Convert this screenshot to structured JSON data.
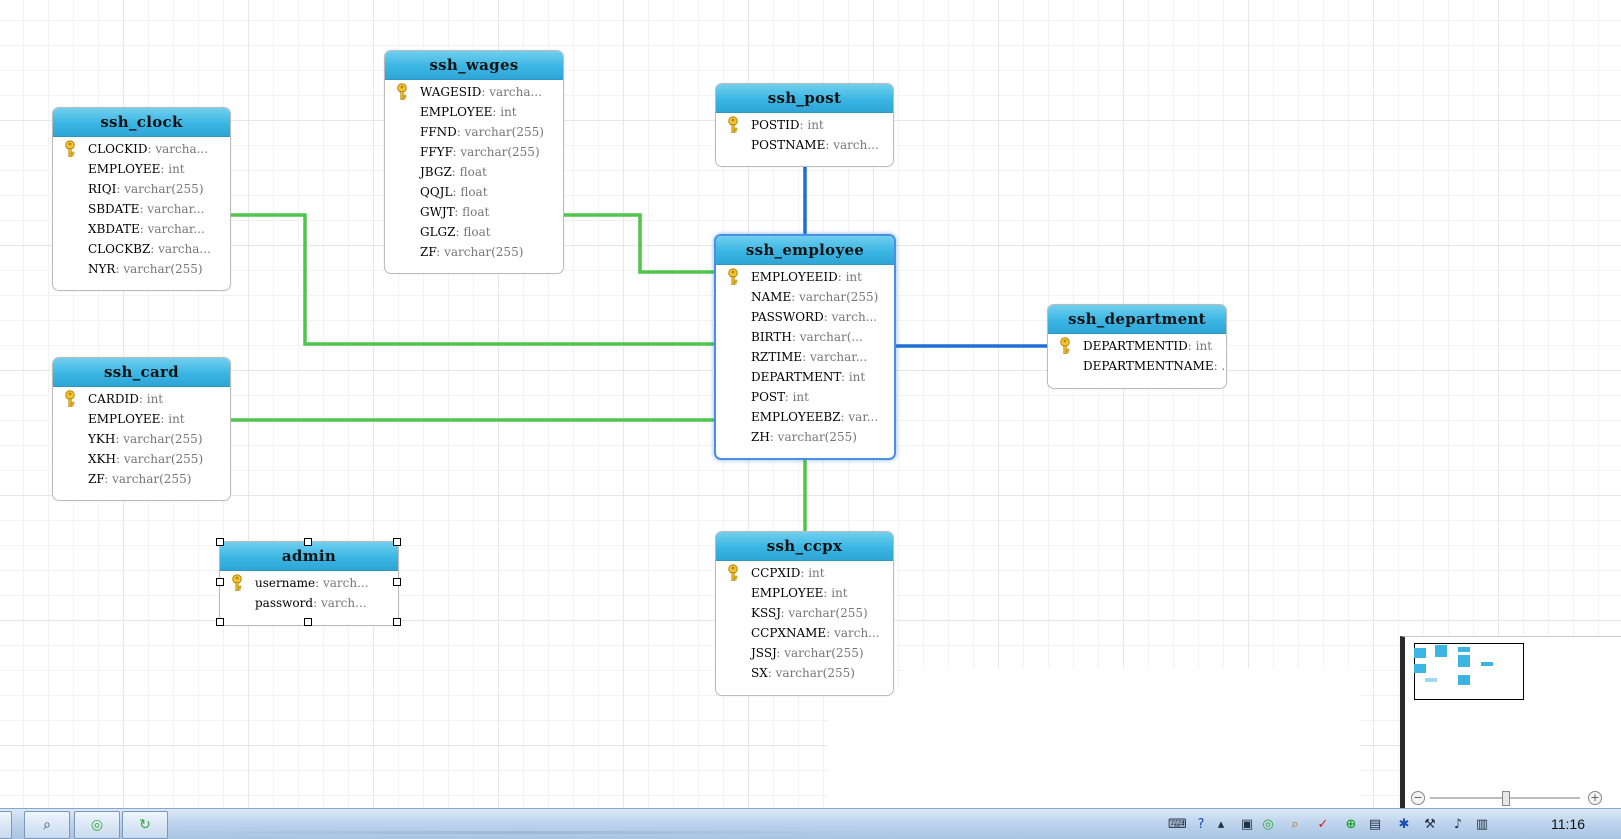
{
  "tables": {
    "ssh_wages": {
      "title": "ssh_wages",
      "fields": [
        {
          "name": "WAGESID",
          "type": "varcha...",
          "pk": true
        },
        {
          "name": "EMPLOYEE",
          "type": "int"
        },
        {
          "name": "FFND",
          "type": "varchar(255)"
        },
        {
          "name": "FFYF",
          "type": "varchar(255)"
        },
        {
          "name": "JBGZ",
          "type": "float"
        },
        {
          "name": "QQJL",
          "type": "float"
        },
        {
          "name": "GWJT",
          "type": "float"
        },
        {
          "name": "GLGZ",
          "type": "float"
        },
        {
          "name": "ZF",
          "type": "varchar(255)"
        }
      ]
    },
    "ssh_clock": {
      "title": "ssh_clock",
      "fields": [
        {
          "name": "CLOCKID",
          "type": "varcha...",
          "pk": true
        },
        {
          "name": "EMPLOYEE",
          "type": "int"
        },
        {
          "name": "RIQI",
          "type": "varchar(255)"
        },
        {
          "name": "SBDATE",
          "type": "varchar..."
        },
        {
          "name": "XBDATE",
          "type": "varchar..."
        },
        {
          "name": "CLOCKBZ",
          "type": "varcha..."
        },
        {
          "name": "NYR",
          "type": "varchar(255)"
        }
      ]
    },
    "ssh_post": {
      "title": "ssh_post",
      "fields": [
        {
          "name": "POSTID",
          "type": "int",
          "pk": true
        },
        {
          "name": "POSTNAME",
          "type": "varch..."
        }
      ]
    },
    "ssh_employee": {
      "title": "ssh_employee",
      "fields": [
        {
          "name": "EMPLOYEEID",
          "type": "int",
          "pk": true
        },
        {
          "name": "NAME",
          "type": "varchar(255)"
        },
        {
          "name": "PASSWORD",
          "type": "varch..."
        },
        {
          "name": "BIRTH",
          "type": "varchar(..."
        },
        {
          "name": "RZTIME",
          "type": "varchar..."
        },
        {
          "name": "DEPARTMENT",
          "type": "int"
        },
        {
          "name": "POST",
          "type": "int"
        },
        {
          "name": "EMPLOYEEBZ",
          "type": "var..."
        },
        {
          "name": "ZH",
          "type": "varchar(255)"
        }
      ]
    },
    "ssh_department": {
      "title": "ssh_department",
      "fields": [
        {
          "name": "DEPARTMENTID",
          "type": "int",
          "pk": true
        },
        {
          "name": "DEPARTMENTNAME",
          "type": "..."
        }
      ]
    },
    "ssh_card": {
      "title": "ssh_card",
      "fields": [
        {
          "name": "CARDID",
          "type": "int",
          "pk": true
        },
        {
          "name": "EMPLOYEE",
          "type": "int"
        },
        {
          "name": "YKH",
          "type": "varchar(255)"
        },
        {
          "name": "XKH",
          "type": "varchar(255)"
        },
        {
          "name": "ZF",
          "type": "varchar(255)"
        }
      ]
    },
    "admin": {
      "title": "admin",
      "fields": [
        {
          "name": "username",
          "type": "varch...",
          "pk": true
        },
        {
          "name": "password",
          "type": "varch..."
        }
      ]
    },
    "ssh_ccpx": {
      "title": "ssh_ccpx",
      "fields": [
        {
          "name": "CCPXID",
          "type": "int",
          "pk": true
        },
        {
          "name": "EMPLOYEE",
          "type": "int"
        },
        {
          "name": "KSSJ",
          "type": "varchar(255)"
        },
        {
          "name": "CCPXNAME",
          "type": "varch..."
        },
        {
          "name": "JSSJ",
          "type": "varchar(255)"
        },
        {
          "name": "SX",
          "type": "varchar(255)"
        }
      ]
    }
  },
  "colors": {
    "link_green": "#4fc64a",
    "link_blue": "#1f6fd6",
    "header_blue": "#3bb6e3"
  },
  "overview": {
    "zoom_out": "−",
    "zoom_in": "+"
  },
  "taskbar": {
    "apps": [
      "search-app-icon",
      "browser-icon",
      "refresh-app-icon"
    ],
    "clock": "11:16"
  }
}
